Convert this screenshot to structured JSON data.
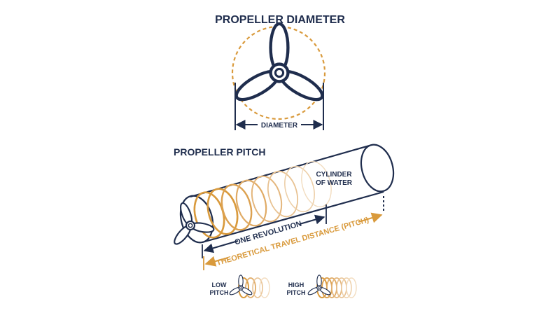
{
  "diameter_section": {
    "title": "PROPELLER DIAMETER",
    "dimension_label": "DIAMETER"
  },
  "pitch_section": {
    "title": "PROPELLER PITCH",
    "cylinder_label_line1": "CYLINDER",
    "cylinder_label_line2": "OF WATER",
    "one_revolution_label": "ONE REVOLUTION",
    "travel_distance_label": "THEORETICAL TRAVEL DISTANCE (PITCH)"
  },
  "comparison": {
    "low_line1": "LOW",
    "low_line2": "PITCH",
    "high_line1": "HIGH",
    "high_line2": "PITCH"
  },
  "colors": {
    "navy": "#1f2d4d",
    "gold": "#d99a3c",
    "gold_light": "#ebc591"
  }
}
